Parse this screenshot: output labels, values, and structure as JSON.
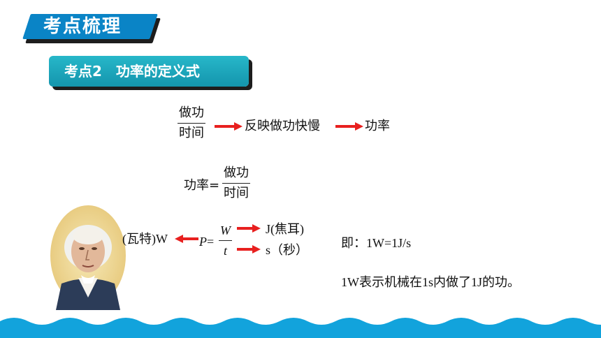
{
  "header": {
    "title": "考点梳理"
  },
  "topic": {
    "label": "考点2　功率的定义式"
  },
  "row1": {
    "fraction": {
      "numerator": "做功",
      "denominator": "时间"
    },
    "middle_text": "反映做功快慢",
    "result_text": "功率"
  },
  "row2": {
    "lhs": "功率=",
    "fraction": {
      "numerator": "做功",
      "denominator": "时间"
    }
  },
  "formula": {
    "unit_left": "(瓦特)W",
    "p_symbol": "P",
    "equals": "=",
    "numerator": "W",
    "denominator": "t",
    "unit_w": "J(焦耳)",
    "unit_t": "s（秒）",
    "relation": "即：1W=1J/s",
    "explanation": "1W表示机械在1s内做了1J的功。"
  },
  "colors": {
    "header_blue": "#0a84c6",
    "topic_teal": "#1fa8bf",
    "arrow_red": "#e8201f",
    "wave_blue": "#12a3dc"
  }
}
